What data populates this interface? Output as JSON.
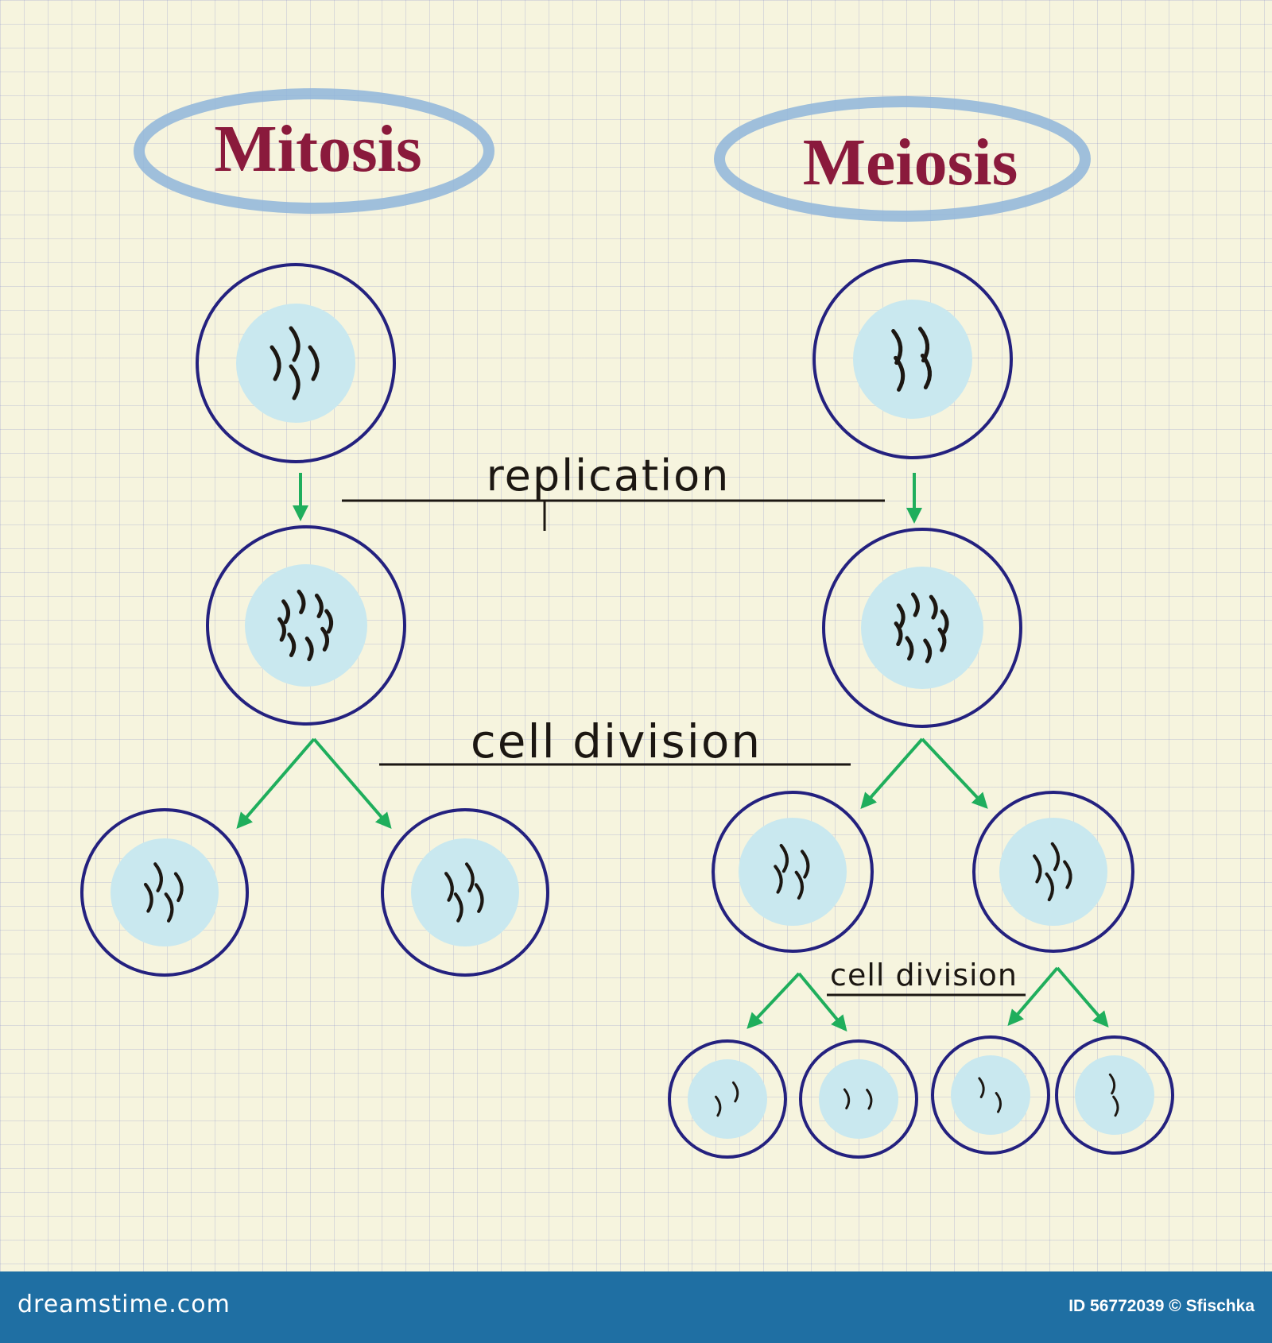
{
  "titles": {
    "left": "Mitosis",
    "right": "Meiosis"
  },
  "labels": {
    "replication": "replication",
    "cell_division_main": "cell division",
    "cell_division_second": "cell division"
  },
  "footer": {
    "logo": "dreamstime.com",
    "id_text": "ID 56772039 © Sfischka"
  },
  "colors": {
    "paper": "#f6f4de",
    "grid": "#aab0dc",
    "cell_outline": "#24217f",
    "nucleus": "#c9e8ef",
    "title_oval": "#8fb5da",
    "title_text": "#8a1a3c",
    "arrow": "#1fae5c",
    "label_text": "#1c1712",
    "footer_bg": "#1f6fa3"
  },
  "icons": [
    "cell-icon",
    "nucleus-icon",
    "chromosome-icon",
    "arrow-icon"
  ]
}
